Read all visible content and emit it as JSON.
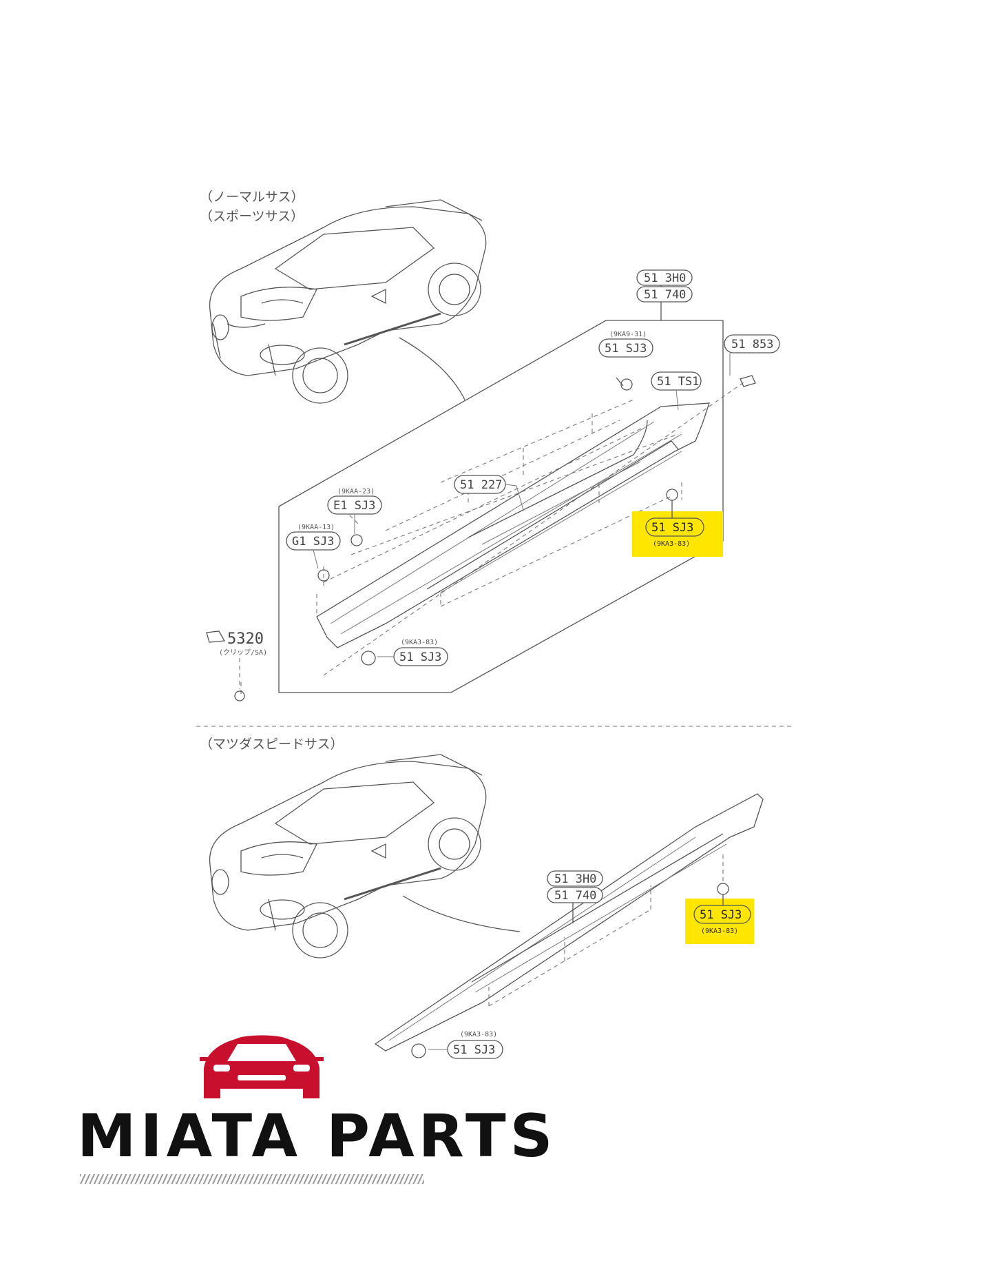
{
  "header_notes": {
    "normal_suspension": "（ノーマルサス）",
    "sport_suspension": "（スポーツサス）",
    "mazdaspeed_suspension": "（マツダスピードサス）"
  },
  "upper_labels": {
    "assembly_top": "51 3H0",
    "assembly_bottom": "51 740",
    "clip_upper_small": "(9KA9-31)",
    "clip_upper": "51 SJ3",
    "screw_right": "51 853",
    "molding": "51 TS1",
    "strip": "51 227",
    "clip_left1_small": "(9KAA-23)",
    "clip_left1": "E1 SJ3",
    "clip_left2_small": "(9KAA-13)",
    "clip_left2": "G1 SJ3",
    "fastener_left": "5320",
    "fastener_left_small": "(クリップ/SA)",
    "clip_bottom_small": "(9KA3-83)",
    "clip_bottom": "51 SJ3",
    "highlight_clip": "51 SJ3",
    "highlight_clip_small": "(9KA3-83)"
  },
  "lower_labels": {
    "assembly_top": "51 3H0",
    "assembly_bottom": "51 740",
    "highlight_clip": "51 SJ3",
    "highlight_clip_small": "(9KA3-83)",
    "clip_bottom_small": "(9KA3-83)",
    "clip_bottom": "51 SJ3"
  },
  "logo": {
    "text": "MIATA PARTS",
    "car_color": "#c8102e"
  },
  "colors": {
    "highlight": "#ffe600",
    "line": "#555555"
  }
}
